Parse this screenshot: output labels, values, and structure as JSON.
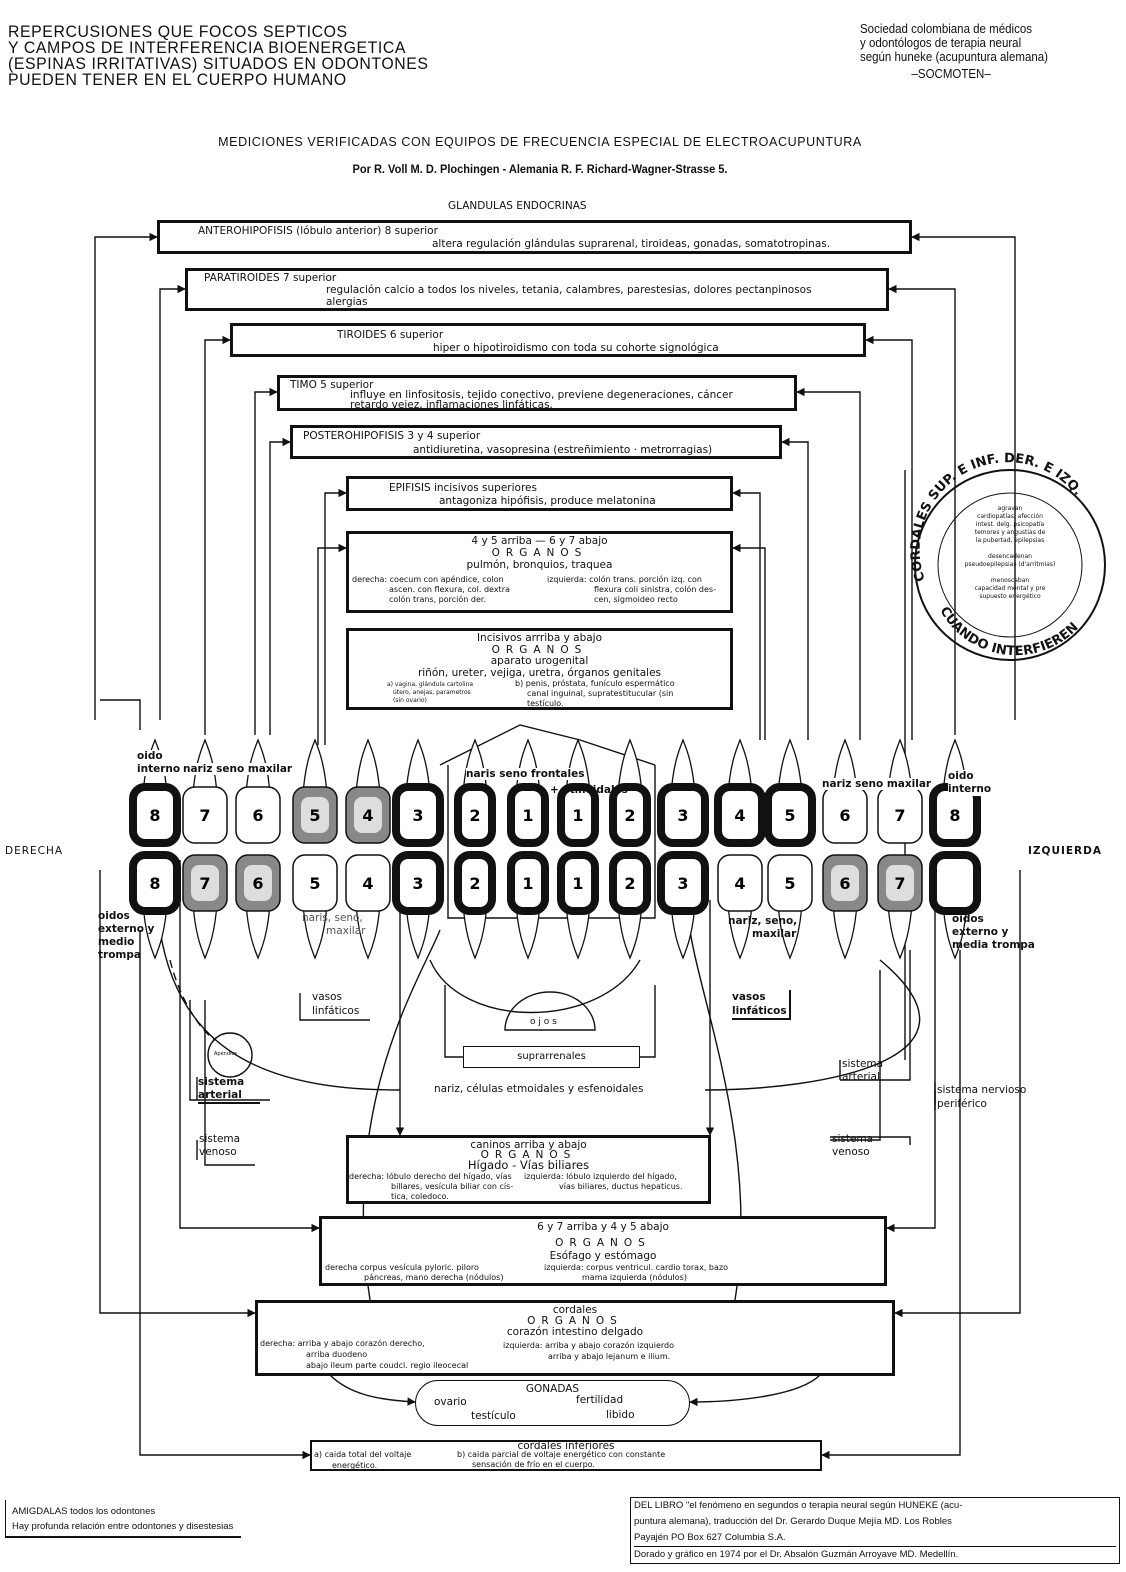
{
  "header": {
    "title_lines": [
      "REPERCUSIONES QUE FOCOS SEPTICOS",
      "Y CAMPOS DE INTERFERENCIA BIOENERGETICA",
      "(ESPINAS IRRITATIVAS) SITUADOS EN ODONTONES",
      "PUEDEN TENER EN EL CUERPO HUMANO"
    ],
    "society_lines": [
      "Sociedad colombiana de médicos",
      "y odontólogos de terapia neural",
      "según huneke (acupuntura alemana)"
    ],
    "society_abbr": "–SOCMOTEN–",
    "subtitle": "MEDICIONES VERIFICADAS CON EQUIPOS DE FRECUENCIA ESPECIAL DE ELECTROACUPUNTURA",
    "author": "Por R. Voll M. D. Plochingen - Alemania R. F. Richard-Wagner-Strasse 5.",
    "section": "GLANDULAS ENDOCRINAS"
  },
  "glands": [
    {
      "title": "ANTEROHIPOFISIS (lóbulo anterior) 8 superior",
      "desc": "altera regulación glándulas suprarenal, tiroideas, gonadas, somatotropinas."
    },
    {
      "title": "PARATIROIDES 7 superior",
      "desc": "regulación calcio a todos los niveles, tetania, calambres, parestesias, dolores pectanpinosos",
      "desc2": "alergias"
    },
    {
      "title": "TIROIDES 6 superior",
      "desc": "hiper o hipotiroidismo con toda su cohorte signológica"
    },
    {
      "title": "TIMO 5  superior",
      "desc": "influye en linfositosis, tejido conectivo, previene degeneraciones, cáncer",
      "desc2": "retardo vejez, inflamaciones linfáticas."
    },
    {
      "title": "POSTEROHIPOFISIS 3 y 4  superior",
      "desc": "antidiuretina, vasopresina (estreñimiento · metrorragias)"
    },
    {
      "title": "EPIFISIS  incisivos  superiores",
      "desc": "antagoniza hipófisis, produce melatonina"
    }
  ],
  "organs_45": {
    "head": "4 y 5 arriba — 6 y 7  abajo",
    "organos": "ORGANOS",
    "main": "pulmón, bronquios, traquea",
    "right": [
      "derecha: coecum con apéndice, colon",
      "ascen. con flexura, col. dextra",
      "colón trans, porción der."
    ],
    "left": [
      "izquierda: colón trans. porción izq. con",
      "flexura coli sinistra, colón des-",
      "cen, sigmoideo recto"
    ]
  },
  "organs_inc": {
    "head": "Incisivos   arrriba y abajo",
    "organos": "ORGANOS",
    "main": "aparato urogenital",
    "main2": "riñón, ureter, vejiga, uretra, órganos genitales",
    "a": [
      "a) vagina, glándula cartolina",
      "útero, anejas, parametros",
      "(sin ovario)"
    ],
    "b": [
      "b) penis, próstata, funículo espermático",
      "canal inguinal, supratestitucular (sin",
      "testículo."
    ]
  },
  "seal": {
    "ring_top": "CORDALES  SUP. E INF. DER. E IZQ.",
    "ring_bottom": "CUANDO  INTERFIEREN",
    "lines": [
      "agravan",
      "cardiopatías, afección",
      "intest. delg. psicopatía",
      "temores y angustias de",
      "la pubertad, epilepsias",
      "",
      "desencadenan",
      "pseudoepilepsias (d'arritmias)",
      "",
      "menoscaban",
      "capacidad mental y pre",
      "supuesto energético"
    ]
  },
  "sides": {
    "right": "DERECHA",
    "left": "IZQUIERDA"
  },
  "teeth": {
    "upper": [
      "8",
      "7",
      "6",
      "5",
      "4",
      "3",
      "2",
      "1",
      "1",
      "2",
      "3",
      "4",
      "5",
      "6",
      "7",
      "8"
    ],
    "lower": [
      "8",
      "7",
      "6",
      "5",
      "4",
      "3",
      "2",
      "1",
      "1",
      "2",
      "3",
      "4",
      "5",
      "6",
      "7",
      ""
    ]
  },
  "tooth_labels": {
    "oido_interno_r": [
      "oido",
      "interno"
    ],
    "nariz_r": "nariz seno maxilar",
    "naris_frontales": "naris seno frontales",
    "etmoidales": "+ etmoidales",
    "nariz_l": "nariz seno maxilar",
    "oido_interno_l": [
      "oido",
      "interno"
    ],
    "oidos_r": [
      "oidos",
      "externo y",
      "medio",
      "trompa"
    ],
    "naris_lower_r": [
      "naris, seno,",
      "maxilar"
    ],
    "naris_lower_l": [
      "nariz, seno,",
      "maxilar"
    ],
    "oidos_l": [
      "oidos",
      "externo y",
      "media trompa"
    ]
  },
  "systems": {
    "vasos_r": [
      "vasos",
      "linfáticos"
    ],
    "vasos_l": [
      "vasos",
      "linfáticos"
    ],
    "ojos": "o j o s",
    "suprarrenales": "suprarrenales",
    "nariz_celulas": "nariz, células etmoidales y esfenoidales",
    "apendice": "Apéndice",
    "arterial_r": [
      "sistema",
      "arterial"
    ],
    "arterial_l": [
      "sistema",
      "arterial"
    ],
    "nervioso": [
      "sistema nervioso",
      "periférico"
    ],
    "venoso_r": [
      "sistema",
      "venoso"
    ],
    "venoso_l": [
      "sistema",
      "venoso"
    ]
  },
  "organs_caninos": {
    "head": "caninos   arriba  y  abajo",
    "organos": "ORGANOS",
    "main": "Hígado - Vías biliares",
    "right": [
      "derecha: lóbulo derecho del hígado, vías",
      "billares, vesícula biliar con cís-",
      "tica, coledoco."
    ],
    "left": [
      "izquierda: lóbulo izquierdo del hígado,",
      "vías biliares, ductus hepaticus."
    ]
  },
  "organs_67": {
    "head": "6 y 7  arriba     y  4 y 5  abajo",
    "organos": "ORGANOS",
    "main": "Esófago y estómago",
    "right": [
      "derecha corpus vesícula pyloric. piloro",
      "páncreas, mano derecha (nódulos)"
    ],
    "left": [
      "izquierda: corpus ventricul. cardio torax, bazo",
      "mama izquierda (nódulos)"
    ]
  },
  "organs_cordales": {
    "head": "cordales",
    "organos": "ORGANOS",
    "main": "corazón  intestino delgado",
    "right": [
      "derecha: arriba y abajo corazón derecho,",
      "arriba duodeno",
      "abajo ileum parte coudcl. regio ileocecal"
    ],
    "left": [
      "izquierda: arriba y abajo corazón izquierdo",
      "arriba y abajo lejanum e ilium."
    ]
  },
  "gonadas": {
    "title": "GONADAS",
    "items": [
      "ovario",
      "fertilidad",
      "testículo",
      "libido"
    ]
  },
  "cordales_inf": {
    "head": "cordales inferiores",
    "a": [
      "a) caida total del voltaje",
      "energético."
    ],
    "b": [
      "b) caida parcial de voltaje energético con constante",
      "sensación de frío en el cuerpo."
    ]
  },
  "footer": {
    "amigdalas": [
      "AMIGDALAS todos los odontones",
      "Hay profunda relación entre odontones y disestesias"
    ],
    "libro": [
      "DEL LIBRO \"el fenómeno en segundos o terapia neural según HUNEKE (acu-",
      "puntura alemana), traducción del Dr. Gerardo Duque Mejía MD. Los Robles",
      "Payajén PO Box 627 Columbia S.A.",
      "Dorado y gráfico en 1974 por el Dr. Absalón Guzmán Arroyave MD. Medellín."
    ]
  }
}
